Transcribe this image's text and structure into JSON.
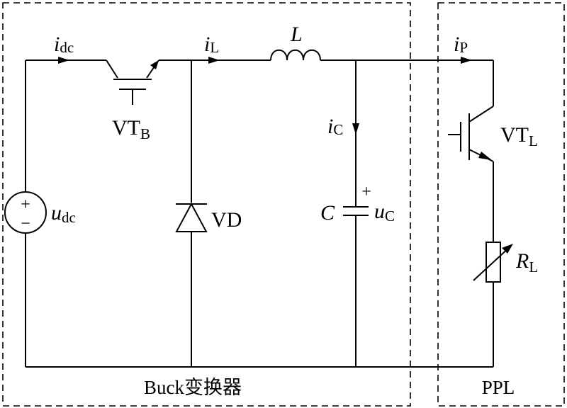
{
  "regions": {
    "buck_label": "Buck变换器",
    "ppl_label": "PPL"
  },
  "labels": {
    "idc": {
      "main": "i",
      "sub": "dc"
    },
    "iL": {
      "main": "i",
      "sub": "L"
    },
    "L": "L",
    "iP": {
      "main": "i",
      "sub": "P"
    },
    "iC": {
      "main": "i",
      "sub": "C"
    },
    "VTB": {
      "main": "VT",
      "sub": "B"
    },
    "VTL": {
      "main": "VT",
      "sub": "L"
    },
    "VD": "VD",
    "C": "C",
    "uC": {
      "main": "u",
      "sub": "C"
    },
    "cap_plus": "+",
    "udc": {
      "main": "u",
      "sub": "dc"
    },
    "src_plus": "+",
    "src_minus": "−",
    "RL": {
      "main": "R",
      "sub": "L"
    }
  }
}
